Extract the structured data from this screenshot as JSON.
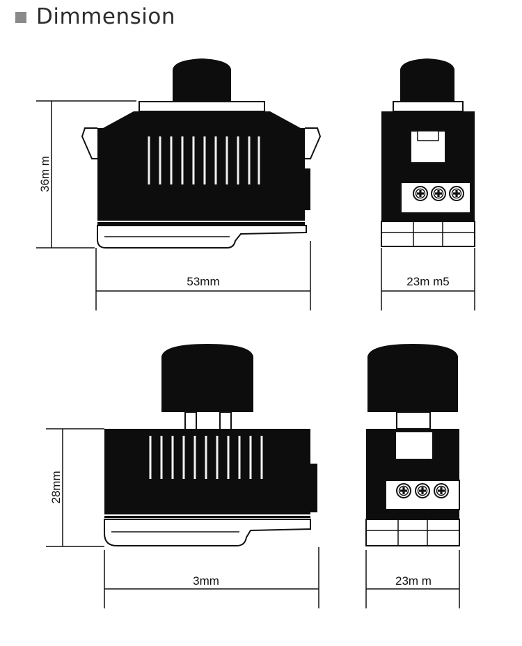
{
  "title": "Dimmension",
  "colors": {
    "line": "#111111",
    "knob": "#0d0d0d",
    "body": "#0d0d0d",
    "bullet": "#8a8a8a"
  },
  "top_row": {
    "height_label": "36m m",
    "front_width_label": "53mm",
    "side_width_label": "23m m5"
  },
  "bottom_row": {
    "height_label": "28mm",
    "front_width_label": "3mm",
    "side_width_label": "23m m"
  }
}
